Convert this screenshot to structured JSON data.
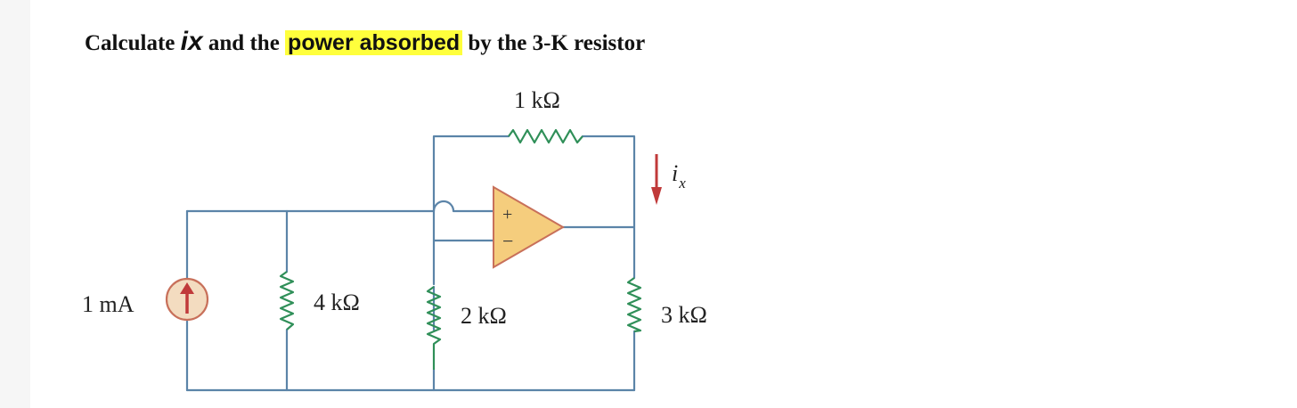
{
  "question": {
    "prefix": "Calculate",
    "variable": "ix",
    "middle": "and the",
    "highlight": "power absorbed",
    "suffix": "by the 3-K resistor"
  },
  "circuit": {
    "source_label": "1 mA",
    "r_top_label": "1 kΩ",
    "r1_label": "4 kΩ",
    "r2_label": "2 kΩ",
    "r3_label": "3 kΩ",
    "current_label_main": "i",
    "current_label_sub": "x",
    "opamp_plus": "+",
    "opamp_minus": "−"
  },
  "colors": {
    "wire": "#5b84a8",
    "resistor": "#2f8f58",
    "opamp_fill": "#f5cd7d",
    "opamp_stroke": "#c8705a",
    "arrow": "#c03a3a",
    "highlight": "#ffff3c"
  }
}
